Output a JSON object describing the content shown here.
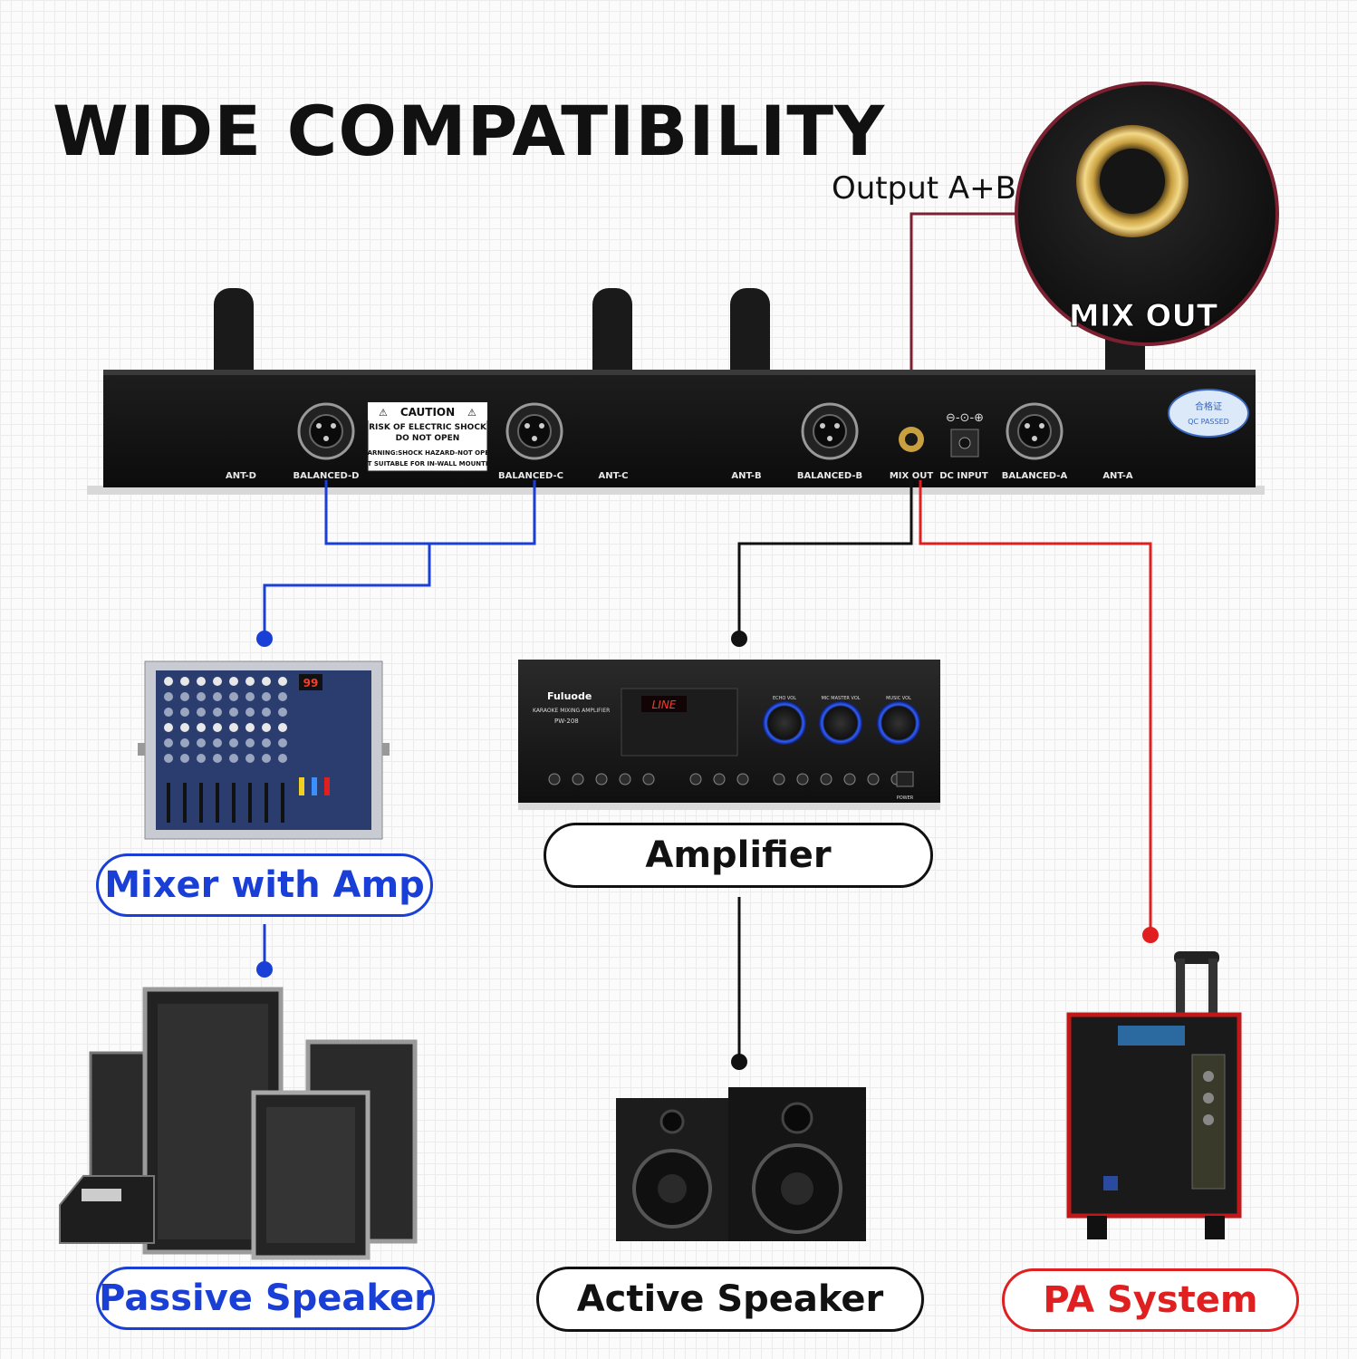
{
  "title": "WIDE COMPATIBILITY",
  "output_label": "Output A+B",
  "zoom_label": "MIX OUT",
  "receiver": {
    "ports": [
      "ANT-D",
      "BALANCED-D",
      "BALANCED-C",
      "ANT-C",
      "ANT-B",
      "BALANCED-B",
      "MIX OUT",
      "DC INPUT",
      "BALANCED-A",
      "ANT-A"
    ],
    "caution": {
      "heading": "CAUTION",
      "line1": "RISK OF ELECTRIC SHOCK",
      "line2": "DO NOT OPEN",
      "line3": "WARNING:SHOCK HAZARD-NOT OPEN",
      "line4": "NOT SUITABLE FOR IN-WALL MOUNTING"
    }
  },
  "amplifier_device": {
    "brand": "Fuluode",
    "subtitle": "KARAOKE MIXING AMPLIFIER",
    "model": "PW-208",
    "display": "LINE",
    "knobs": [
      "ECHO VOL",
      "MIC MASTER VOL",
      "MUSIC VOL"
    ],
    "power": "POWER"
  },
  "mixer_device": {
    "display": "99"
  },
  "devices": {
    "mixer_with_amp": "Mixer with Amp",
    "amplifier": "Amplifier",
    "passive_speaker": "Passive Speaker",
    "active_speaker": "Active Speaker",
    "pa_system": "PA System"
  },
  "colors": {
    "blue": "#1a3fd6",
    "black": "#111111",
    "red": "#e02020"
  }
}
